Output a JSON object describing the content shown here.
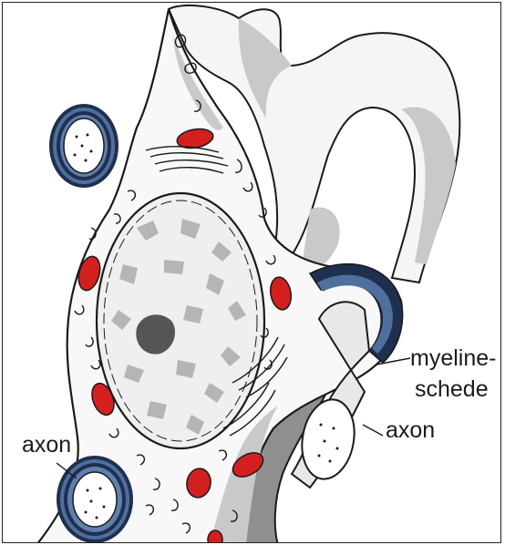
{
  "labels": {
    "axon_left": "axon",
    "myelin_line1": "myeline-",
    "myelin_line2": "schede",
    "axon_right": "axon"
  },
  "colors": {
    "background": "#ffffff",
    "outline": "#1a1a1a",
    "cell_fill": "#f7f7f7",
    "shadow_gray": "#c9c9c9",
    "nucleus_fill": "#efefef",
    "chromatin": "#b5b5b5",
    "nucleolus": "#555555",
    "mitochondria": "#d41f1f",
    "myelin_blue": "#4f6f9c",
    "myelin_dark": "#1f2f4f"
  }
}
